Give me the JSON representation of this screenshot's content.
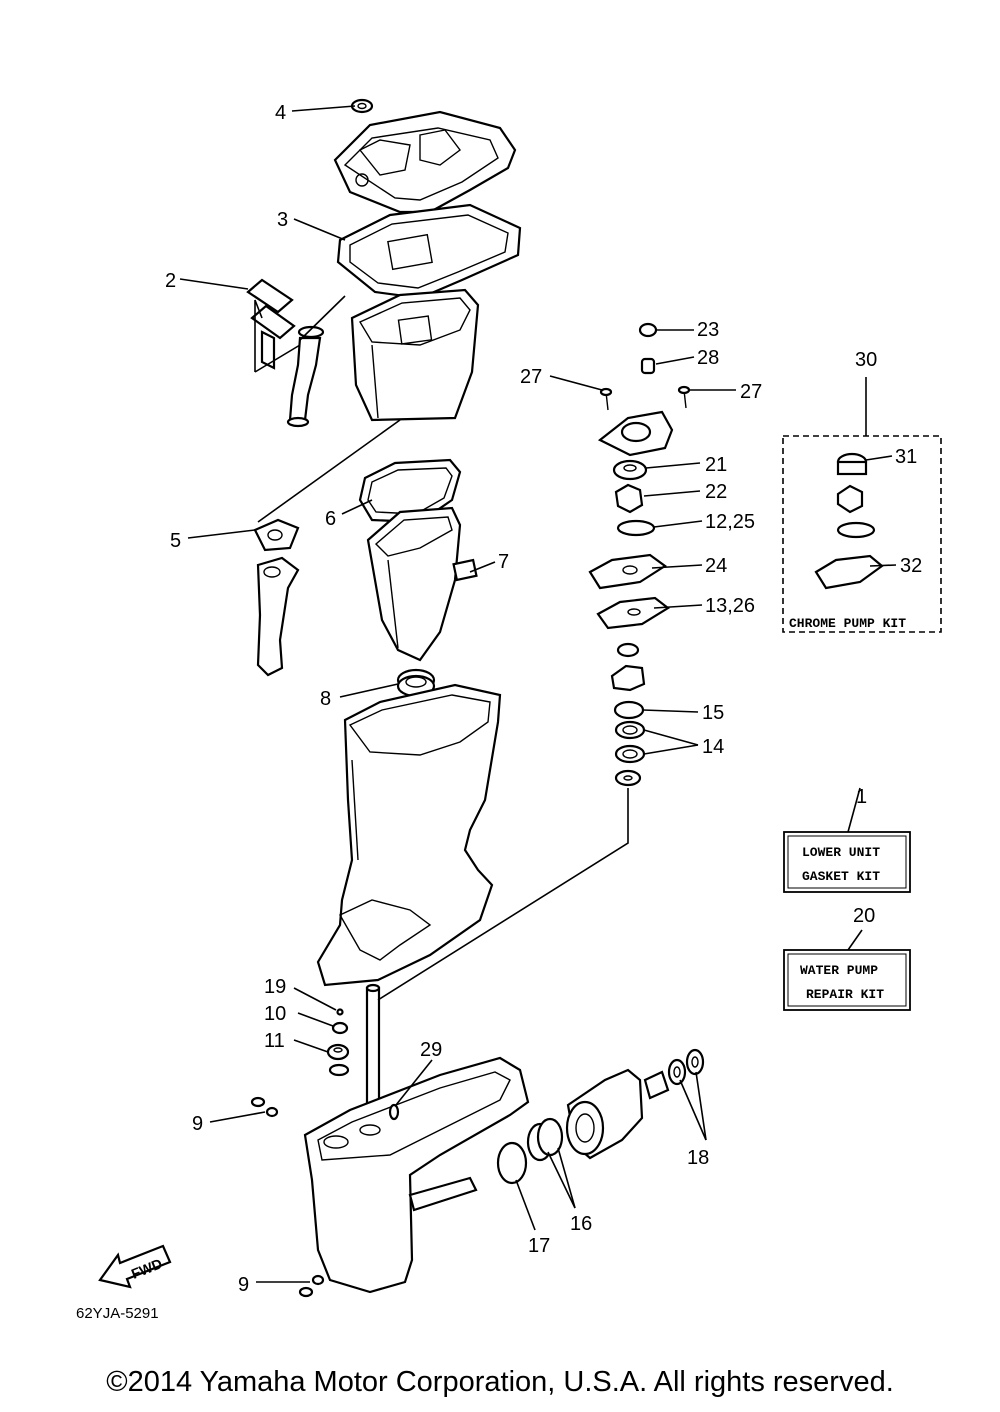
{
  "diagram_code": "62YJA-5291",
  "copyright": "©2014 Yamaha Motor Corporation, U.S.A. All rights reserved.",
  "fwd_label": "FWD",
  "callouts": {
    "c1": "1",
    "c2": "2",
    "c3": "3",
    "c4": "4",
    "c5": "5",
    "c6": "6",
    "c7": "7",
    "c8": "8",
    "c9a": "9",
    "c9b": "9",
    "c10": "10",
    "c11": "11",
    "c1225": "12,25",
    "c1326": "13,26",
    "c14": "14",
    "c15": "15",
    "c16": "16",
    "c17": "17",
    "c18": "18",
    "c19": "19",
    "c20": "20",
    "c21": "21",
    "c22": "22",
    "c23": "23",
    "c24": "24",
    "c27a": "27",
    "c27b": "27",
    "c28": "28",
    "c29": "29",
    "c30": "30",
    "c31": "31",
    "c32": "32"
  },
  "kits": {
    "chrome_pump": "CHROME PUMP KIT",
    "lower_unit_line1": "LOWER UNIT",
    "lower_unit_line2": "GASKET KIT",
    "water_pump_line1": "WATER PUMP",
    "water_pump_line2": "REPAIR KIT"
  }
}
